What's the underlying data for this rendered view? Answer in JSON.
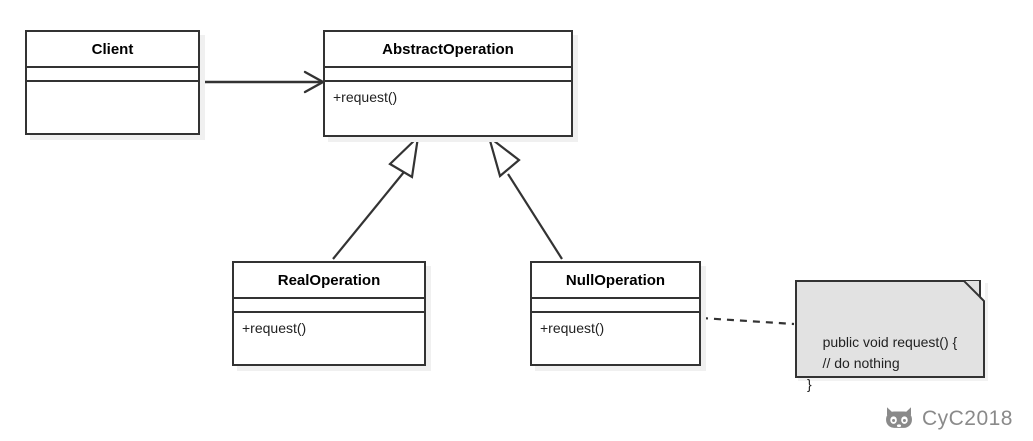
{
  "diagram": {
    "title": "Null Object Pattern UML Class Diagram",
    "colors": {
      "background": "#ffffff",
      "box_fill": "#ffffff",
      "box_border": "#333333",
      "note_fill": "#e2e2e2",
      "shadow": "#f0f0f0",
      "text": "#222222",
      "watermark": "#8a8a8a"
    },
    "classes": [
      {
        "id": "client",
        "name": "Client",
        "attributes": [],
        "operations": []
      },
      {
        "id": "abstract-operation",
        "name": "AbstractOperation",
        "attributes": [],
        "operations": [
          "+request()"
        ]
      },
      {
        "id": "real-operation",
        "name": "RealOperation",
        "attributes": [],
        "operations": [
          "+request()"
        ]
      },
      {
        "id": "null-operation",
        "name": "NullOperation",
        "attributes": [],
        "operations": [
          "+request()"
        ]
      }
    ],
    "note": {
      "id": "null-operation-note",
      "text": "public void request() {\n    // do nothing\n}",
      "attached_to": "null-operation"
    },
    "relationships": [
      {
        "id": "client-uses-abstractoperation",
        "type": "association",
        "from": "client",
        "to": "abstract-operation",
        "arrow": "open-stick"
      },
      {
        "id": "realoperation-extends-abstractoperation",
        "type": "generalization",
        "from": "real-operation",
        "to": "abstract-operation",
        "arrow": "hollow-triangle"
      },
      {
        "id": "nulloperation-extends-abstractoperation",
        "type": "generalization",
        "from": "null-operation",
        "to": "abstract-operation",
        "arrow": "hollow-triangle"
      },
      {
        "id": "nulloperation-note-link",
        "type": "note-link",
        "from": "null-operation",
        "to": "null-operation-note",
        "arrow": "none",
        "style": "dashed"
      }
    ]
  },
  "watermark": {
    "label": "CyC2018",
    "icon": "github-octocat-icon"
  }
}
